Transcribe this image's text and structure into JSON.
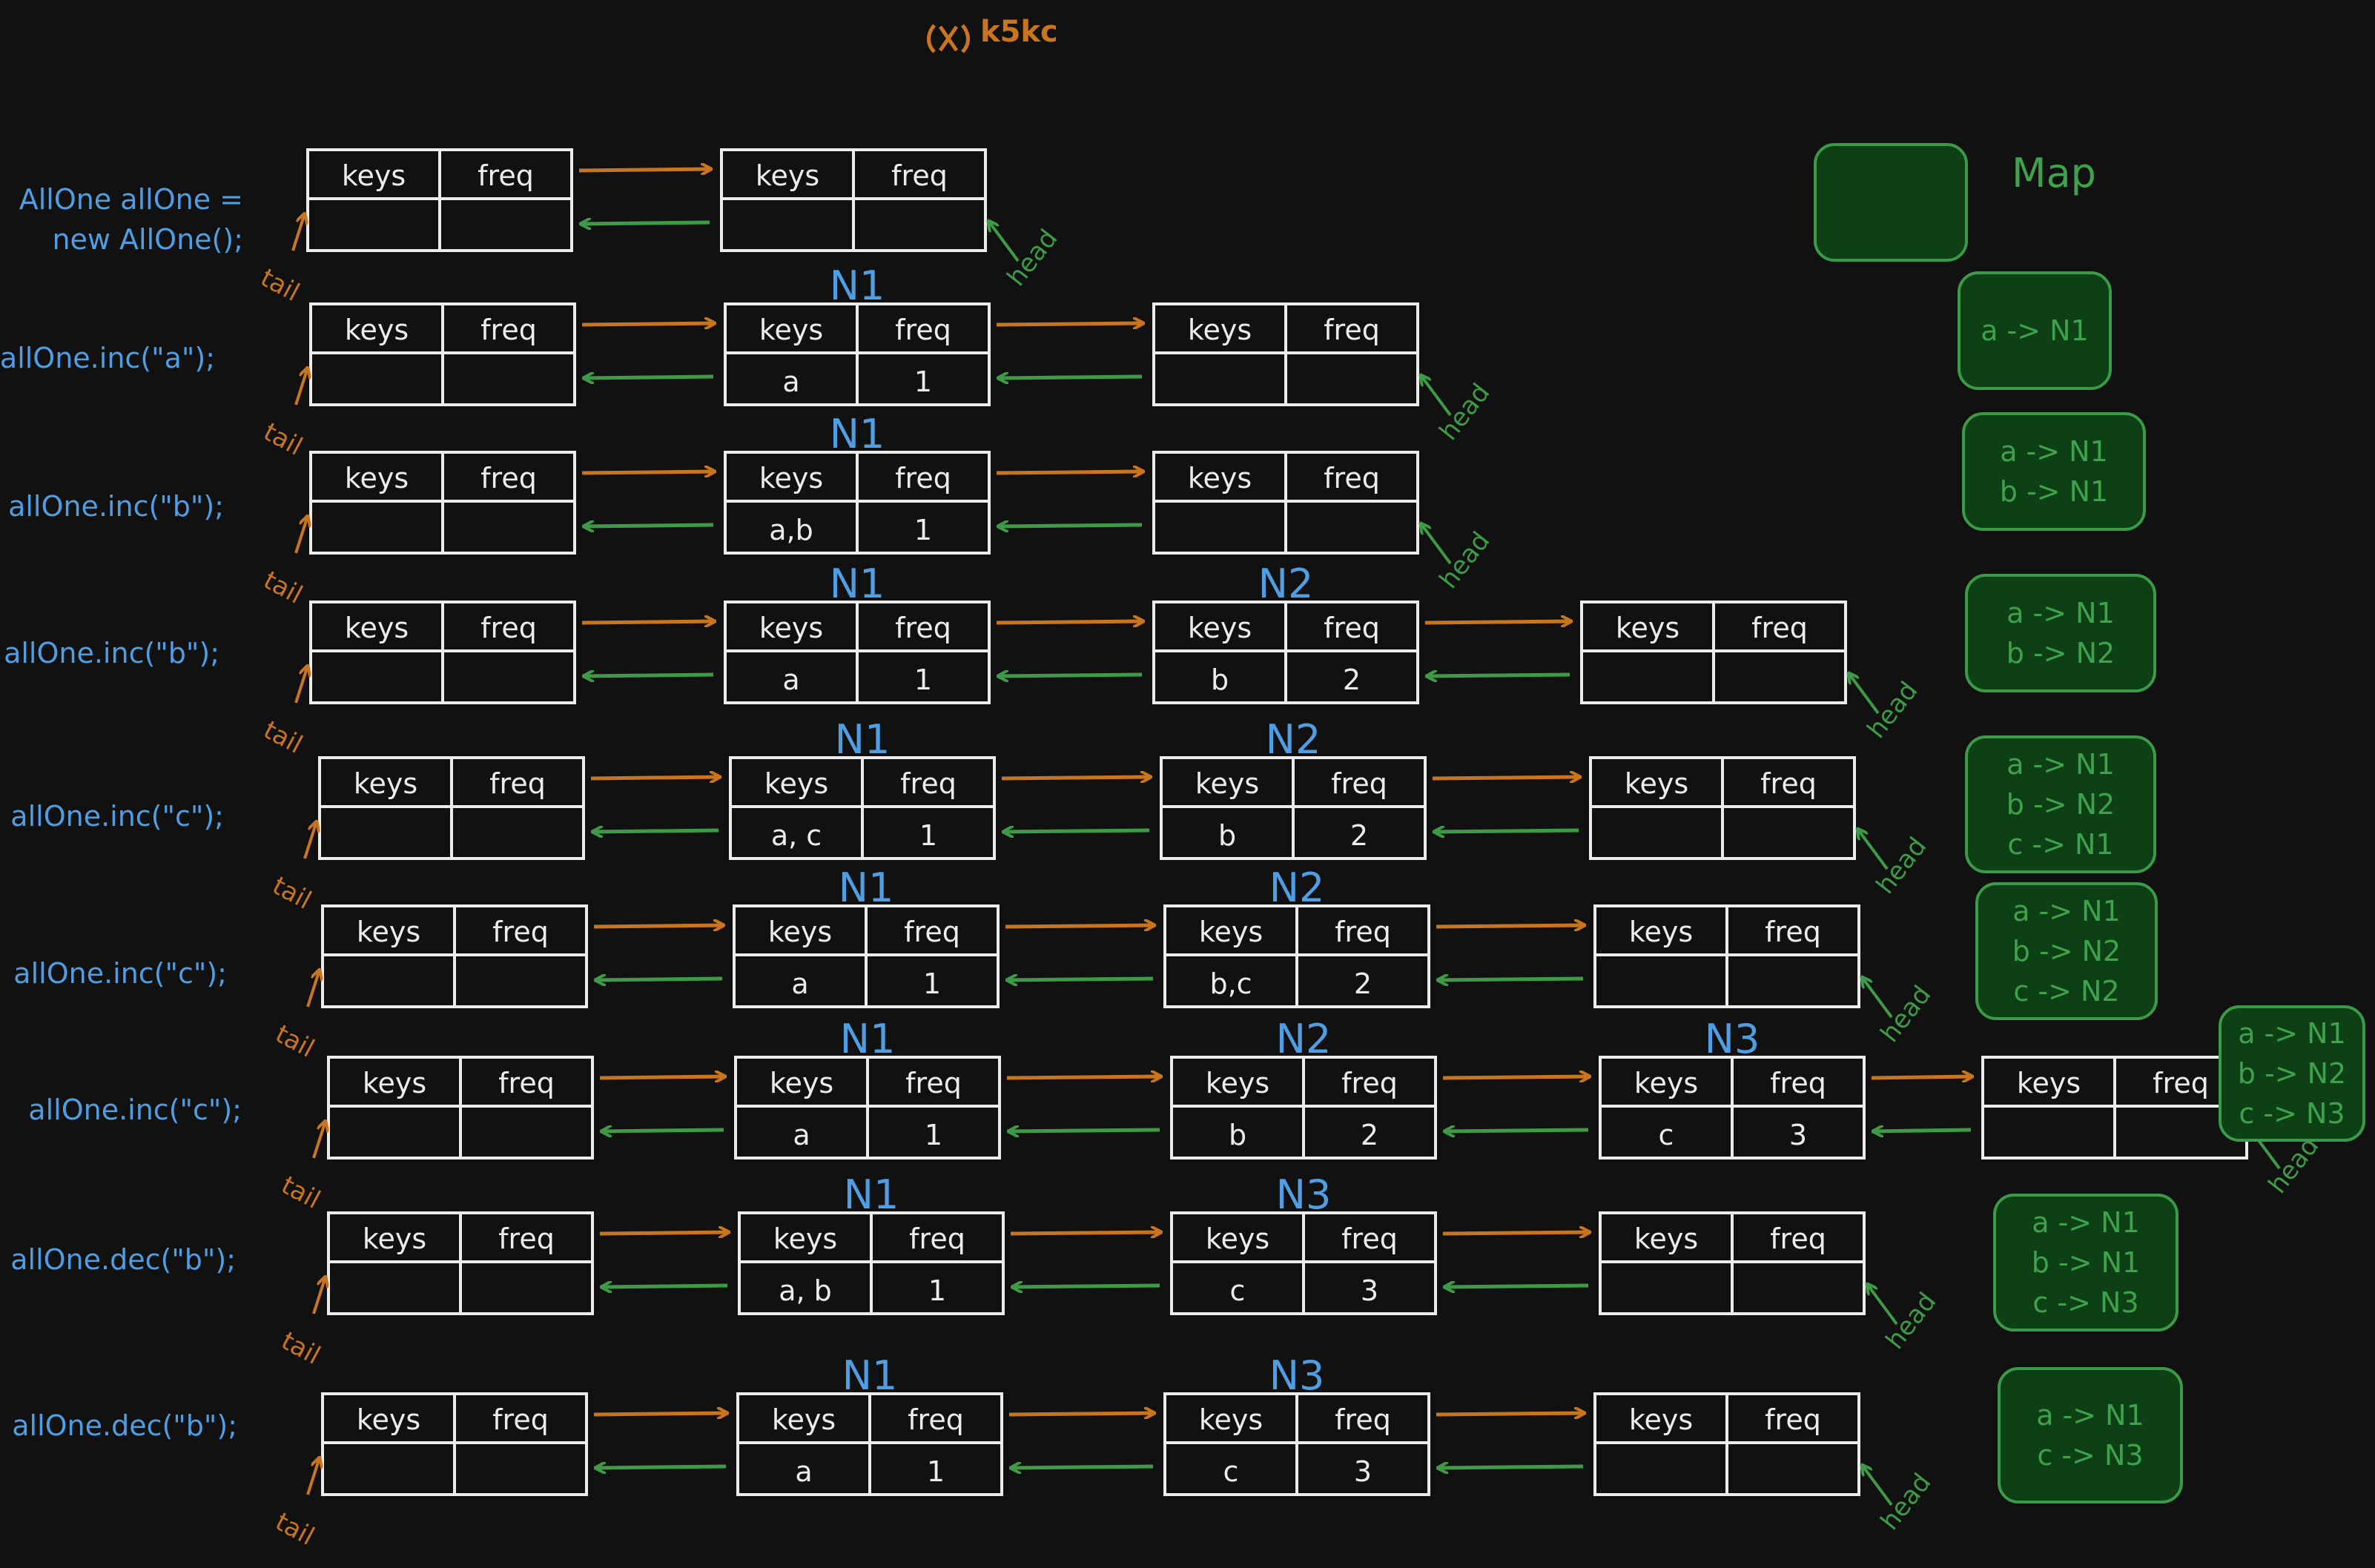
{
  "logo": {
    "text": "k5kc"
  },
  "headers": {
    "keys": "keys",
    "freq": "freq"
  },
  "labels": {
    "tail": "tail",
    "head": "head"
  },
  "map": {
    "title": "Map"
  },
  "colors": {
    "background": "#111111",
    "node_lines": "#ececec",
    "forward_arrow": "#c9741e",
    "backward_arrow": "#3e9a47",
    "node_label": "#4f9de3",
    "map_fill": "#0d4015",
    "map_text": "#3ea14b"
  },
  "rows": [
    {
      "command": [
        "AllOne allOne =",
        "new AllOne();"
      ],
      "nodes": [
        {
          "label": "",
          "keys": "",
          "freq": ""
        },
        {
          "label": "",
          "keys": "",
          "freq": ""
        }
      ],
      "map_entries": []
    },
    {
      "command": [
        "allOne.inc(\"a\");"
      ],
      "nodes": [
        {
          "label": "",
          "keys": "",
          "freq": ""
        },
        {
          "label": "N1",
          "keys": "a",
          "freq": "1"
        },
        {
          "label": "",
          "keys": "",
          "freq": ""
        }
      ],
      "map_entries": [
        "a -> N1"
      ]
    },
    {
      "command": [
        "allOne.inc(\"b\");"
      ],
      "nodes": [
        {
          "label": "",
          "keys": "",
          "freq": ""
        },
        {
          "label": "N1",
          "keys": "a,b",
          "freq": "1"
        },
        {
          "label": "",
          "keys": "",
          "freq": ""
        }
      ],
      "map_entries": [
        "a -> N1",
        "b -> N1"
      ]
    },
    {
      "command": [
        "allOne.inc(\"b\");"
      ],
      "nodes": [
        {
          "label": "",
          "keys": "",
          "freq": ""
        },
        {
          "label": "N1",
          "keys": "a",
          "freq": "1"
        },
        {
          "label": "N2",
          "keys": "b",
          "freq": "2"
        },
        {
          "label": "",
          "keys": "",
          "freq": ""
        }
      ],
      "map_entries": [
        "a -> N1",
        "b -> N2"
      ]
    },
    {
      "command": [
        "allOne.inc(\"c\");"
      ],
      "nodes": [
        {
          "label": "",
          "keys": "",
          "freq": ""
        },
        {
          "label": "N1",
          "keys": "a, c",
          "freq": "1"
        },
        {
          "label": "N2",
          "keys": "b",
          "freq": "2"
        },
        {
          "label": "",
          "keys": "",
          "freq": ""
        }
      ],
      "map_entries": [
        "a -> N1",
        "b -> N2",
        "c -> N1"
      ]
    },
    {
      "command": [
        "allOne.inc(\"c\");"
      ],
      "nodes": [
        {
          "label": "",
          "keys": "",
          "freq": ""
        },
        {
          "label": "N1",
          "keys": "a",
          "freq": "1"
        },
        {
          "label": "N2",
          "keys": "b,c",
          "freq": "2"
        },
        {
          "label": "",
          "keys": "",
          "freq": ""
        }
      ],
      "map_entries": [
        "a -> N1",
        "b -> N2",
        "c -> N2"
      ]
    },
    {
      "command": [
        "allOne.inc(\"c\");"
      ],
      "nodes": [
        {
          "label": "",
          "keys": "",
          "freq": ""
        },
        {
          "label": "N1",
          "keys": "a",
          "freq": "1"
        },
        {
          "label": "N2",
          "keys": "b",
          "freq": "2"
        },
        {
          "label": "N3",
          "keys": "c",
          "freq": "3"
        },
        {
          "label": "",
          "keys": "",
          "freq": ""
        }
      ],
      "map_entries": [
        "a -> N1",
        "b -> N2",
        "c -> N3"
      ]
    },
    {
      "command": [
        "allOne.dec(\"b\");"
      ],
      "nodes": [
        {
          "label": "",
          "keys": "",
          "freq": ""
        },
        {
          "label": "N1",
          "keys": "a, b",
          "freq": "1"
        },
        {
          "label": "N3",
          "keys": "c",
          "freq": "3"
        },
        {
          "label": "",
          "keys": "",
          "freq": ""
        }
      ],
      "map_entries": [
        "a -> N1",
        "b -> N1",
        "c -> N3"
      ]
    },
    {
      "command": [
        "allOne.dec(\"b\");"
      ],
      "nodes": [
        {
          "label": "",
          "keys": "",
          "freq": ""
        },
        {
          "label": "N1",
          "keys": "a",
          "freq": "1"
        },
        {
          "label": "N3",
          "keys": "c",
          "freq": "3"
        },
        {
          "label": "",
          "keys": "",
          "freq": ""
        }
      ],
      "map_entries": [
        "a -> N1",
        "c -> N3"
      ]
    }
  ]
}
